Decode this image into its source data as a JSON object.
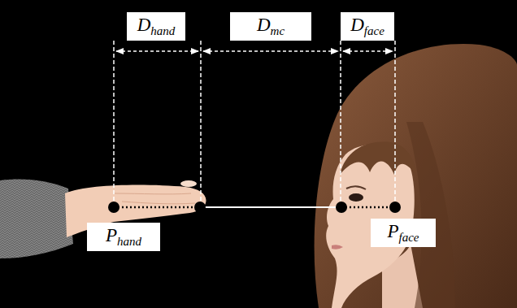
{
  "diagram": {
    "labels": [
      "Dhand",
      "Dmc",
      "Dface",
      "Phand",
      "Pface"
    ]
  }
}
